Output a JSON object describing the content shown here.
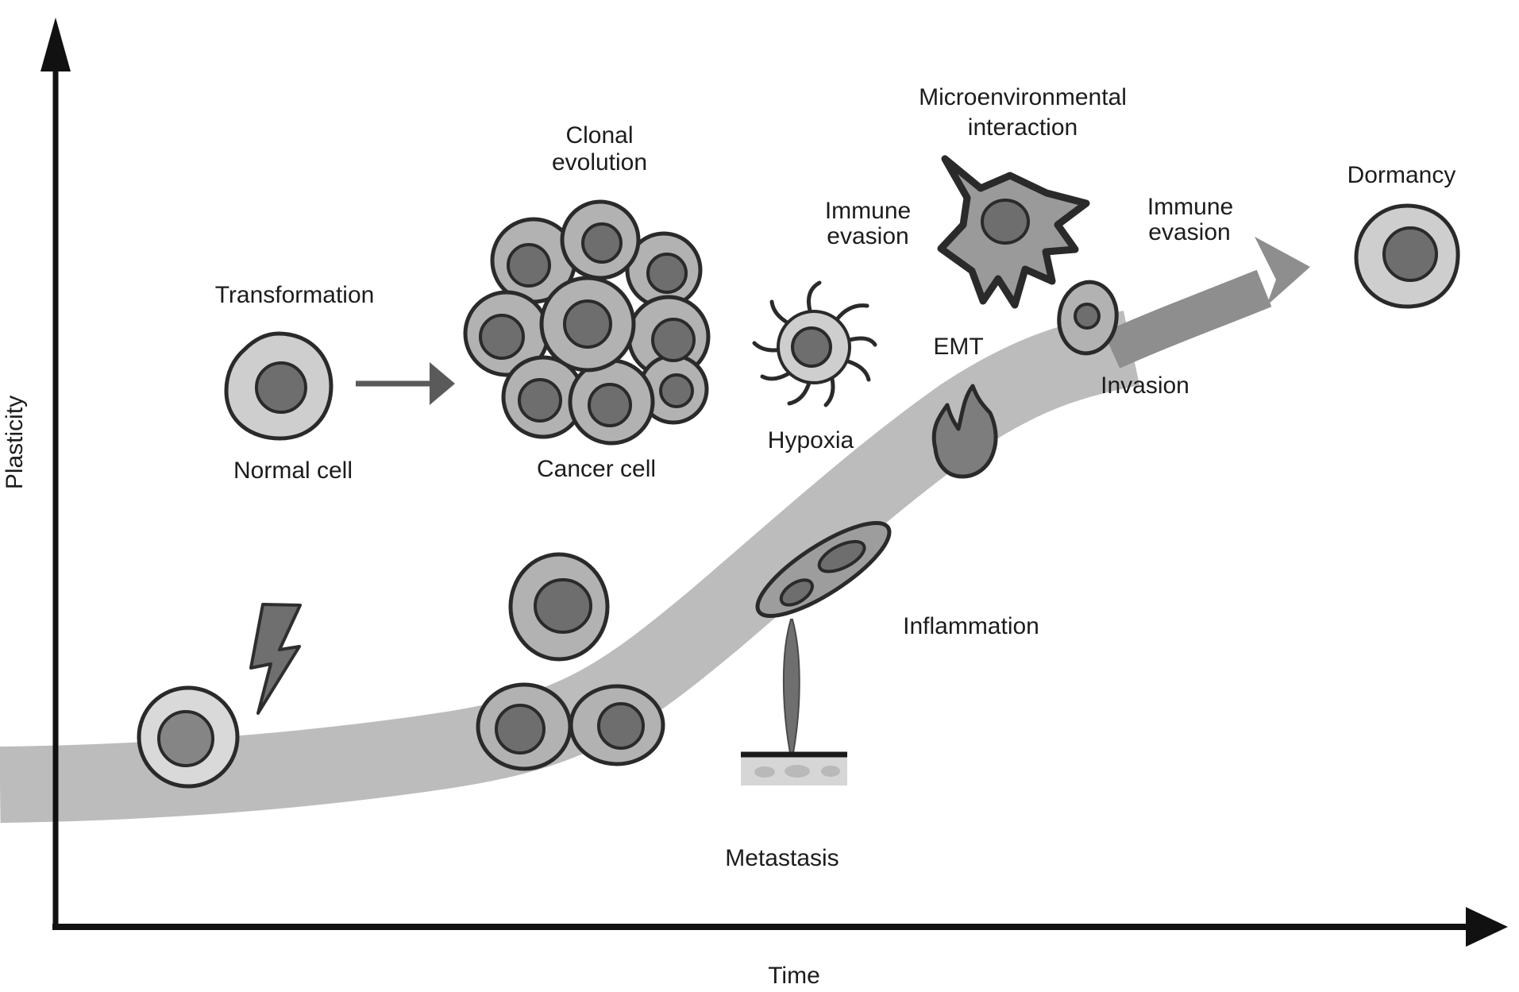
{
  "figure": {
    "type": "conceptual-diagram",
    "topic": "Tumour plasticity over time during cancer progression",
    "axes": {
      "y_label": "Plasticity",
      "x_label": "Time"
    },
    "labels": {
      "transformation": "Transformation",
      "normal_cell": "Normal cell",
      "clonal_l1": "Clonal",
      "clonal_l2": "evolution",
      "cancer_cell": "Cancer cell",
      "hypoxia": "Hypoxia",
      "immune_left_l1": "Immune",
      "immune_left_l2": "evasion",
      "micro_l1": "Microenvironmental",
      "micro_l2": "interaction",
      "emt": "EMT",
      "invasion": "Invasion",
      "immune_right_l1": "Immune",
      "immune_right_l2": "evasion",
      "dormancy": "Dormancy",
      "inflammation": "Inflammation",
      "metastasis": "Metastasis"
    },
    "band_curve": {
      "shape": "sigmoid",
      "description": "Plasticity rises slowly, then steeply, then plateaus toward an arrow at upper right",
      "centerline_points": [
        [
          0,
          988
        ],
        [
          250,
          982
        ],
        [
          560,
          945
        ],
        [
          800,
          862
        ],
        [
          950,
          740
        ],
        [
          1080,
          620
        ],
        [
          1210,
          525
        ],
        [
          1320,
          475
        ],
        [
          1425,
          438
        ],
        [
          1648,
          337
        ]
      ]
    },
    "icons": [
      "y-axis-arrow-icon",
      "x-axis-arrow-icon",
      "normal-cell-icon",
      "transformation-arrow-icon",
      "cancer-cell-cluster-icon",
      "hypoxia-cell-icon",
      "macrophage-cell-icon",
      "emt-flame-icon",
      "invasion-cell-icon",
      "dormant-cell-icon",
      "mesenchymal-cell-icon",
      "metastasis-droplet-icon",
      "blood-vessel-icon",
      "lightning-bolt-icon",
      "plasticity-band",
      "progression-arrow-icon",
      "dividing-cell-pair-icon",
      "single-cancer-cell-icon",
      "band-start-cell-icon"
    ],
    "colors": {
      "background": "#ffffff",
      "band": "#bcbcbc",
      "arrow": "#8e8e8e",
      "cell_body": "#b2b2b2",
      "cell_body_light": "#cecece",
      "cell_halo": "#d9d9d9",
      "nucleus": "#6e6e6e",
      "dark_shape": "#6f6f6f",
      "flame": "#7d7d7d",
      "star_cell": "#9a9a9a",
      "spindle_cell": "#9d9d9d",
      "vessel": "#d6d6d6",
      "outline": "#2a2a2a",
      "axis": "#111111",
      "text": "#1c1c1c"
    }
  }
}
